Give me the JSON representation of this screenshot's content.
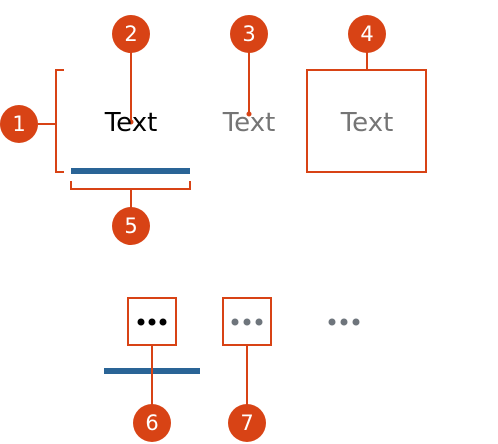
{
  "colors": {
    "callout": "#d84315",
    "selected_text": "#000000",
    "unselected_text": "#757575",
    "indicator": "#2a6496",
    "dots_selected": "#000000",
    "dots_unselected": "#6e757c",
    "background": "#ffffff"
  },
  "tabs": {
    "active_label": "Text",
    "inactive_label": "Text",
    "focused_label": "Text"
  },
  "overflow_icons": [
    "more-horizontal-icon",
    "more-horizontal-icon",
    "more-horizontal-icon"
  ],
  "callouts": [
    "1",
    "2",
    "3",
    "4",
    "5",
    "6",
    "7"
  ]
}
